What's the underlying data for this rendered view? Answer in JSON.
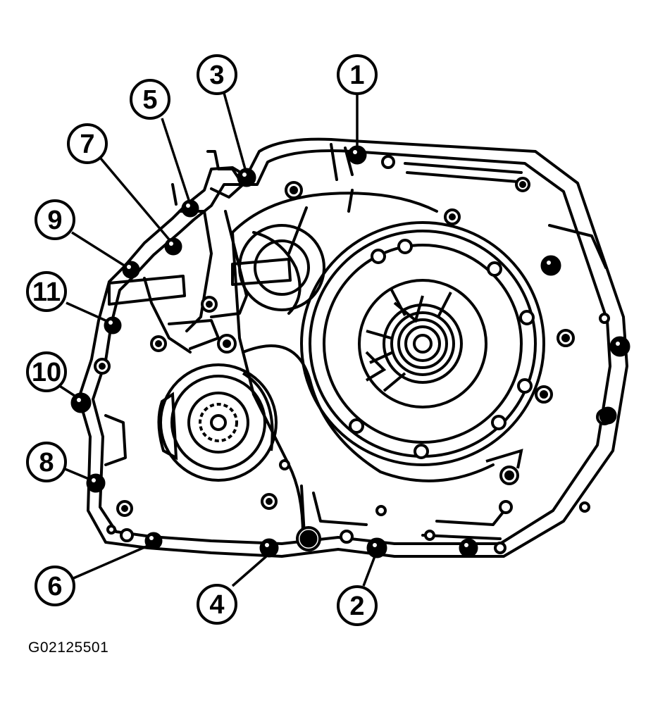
{
  "figure": {
    "code": "G02125501",
    "callouts": [
      {
        "id": 1,
        "label": "1"
      },
      {
        "id": 2,
        "label": "2"
      },
      {
        "id": 3,
        "label": "3"
      },
      {
        "id": 4,
        "label": "4"
      },
      {
        "id": 5,
        "label": "5"
      },
      {
        "id": 6,
        "label": "6"
      },
      {
        "id": 7,
        "label": "7"
      },
      {
        "id": 8,
        "label": "8"
      },
      {
        "id": 9,
        "label": "9"
      },
      {
        "id": 10,
        "label": "10"
      },
      {
        "id": 11,
        "label": "11"
      }
    ]
  },
  "colors": {
    "ink": "#000000",
    "paper": "#ffffff"
  }
}
